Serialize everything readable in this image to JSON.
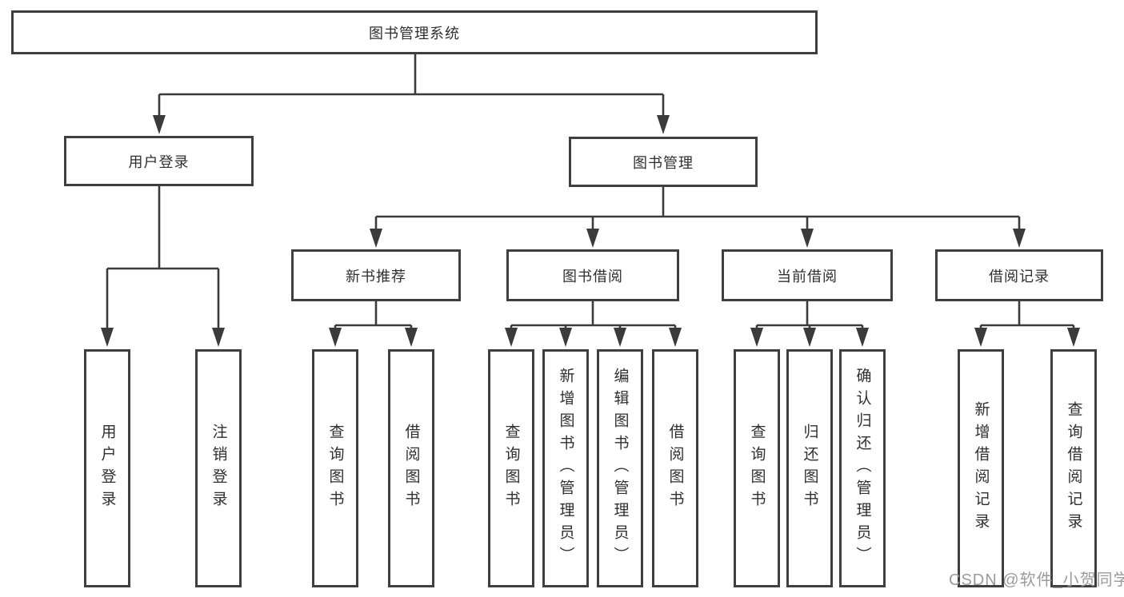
{
  "diagram": {
    "root": {
      "label": "图书管理系统"
    },
    "level2": [
      {
        "id": "user-login",
        "label": "用户登录"
      },
      {
        "id": "book-management",
        "label": "图书管理"
      }
    ],
    "level3": [
      {
        "id": "new-book-recommend",
        "label": "新书推荐",
        "parent": "book-management"
      },
      {
        "id": "book-borrowing",
        "label": "图书借阅",
        "parent": "book-management"
      },
      {
        "id": "current-borrowing",
        "label": "当前借阅",
        "parent": "book-management"
      },
      {
        "id": "borrowing-records",
        "label": "借阅记录",
        "parent": "book-management"
      }
    ],
    "leaves": [
      {
        "parent": "user-login",
        "label": "用户登录"
      },
      {
        "parent": "user-login",
        "label": "注销登录"
      },
      {
        "parent": "new-book-recommend",
        "label": "查询图书"
      },
      {
        "parent": "new-book-recommend",
        "label": "借阅图书"
      },
      {
        "parent": "book-borrowing",
        "label": "查询图书"
      },
      {
        "parent": "book-borrowing",
        "label": "新增图书（管理员）"
      },
      {
        "parent": "book-borrowing",
        "label": "编辑图书（管理员）"
      },
      {
        "parent": "book-borrowing",
        "label": "借阅图书"
      },
      {
        "parent": "current-borrowing",
        "label": "查询图书"
      },
      {
        "parent": "current-borrowing",
        "label": "归还图书"
      },
      {
        "parent": "current-borrowing",
        "label": "确认归还（管理员）"
      },
      {
        "parent": "borrowing-records",
        "label": "新增借阅记录"
      },
      {
        "parent": "borrowing-records",
        "label": "查询借阅记录"
      }
    ]
  },
  "watermark": {
    "text": "CSDN @软件_小贺同学"
  },
  "colors": {
    "line": "#3b3b3b",
    "box_border": "#3f3f3f",
    "text": "#2f2f2f",
    "watermark": "#9b9b9b",
    "background": "#ffffff"
  }
}
